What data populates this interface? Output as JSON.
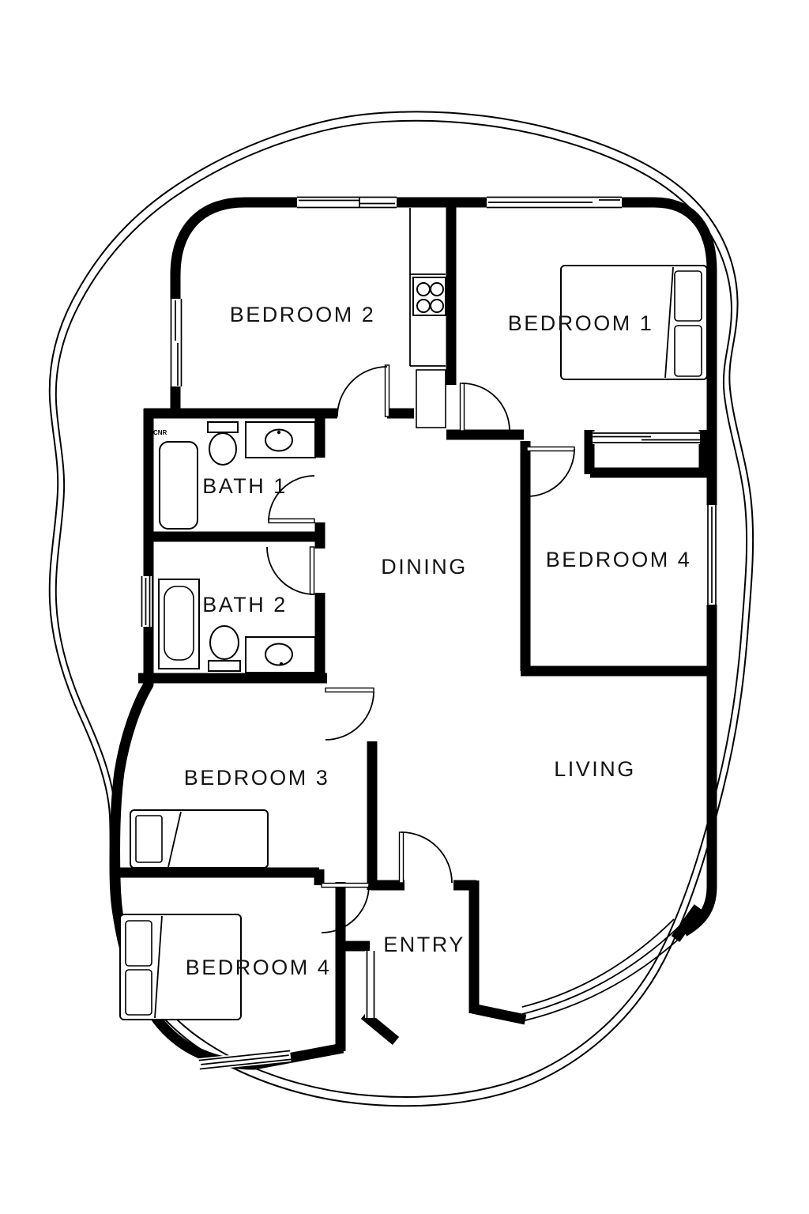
{
  "plan": {
    "colors": {
      "ink": "#000000",
      "label": "#141414",
      "background": "#ffffff"
    },
    "rooms": [
      {
        "id": "bedroom-2",
        "label": "BEDROOM 2"
      },
      {
        "id": "bedroom-1",
        "label": "BEDROOM 1"
      },
      {
        "id": "bath-1",
        "label": "BATH 1"
      },
      {
        "id": "bath-2",
        "label": "BATH 2"
      },
      {
        "id": "dining",
        "label": "DINING"
      },
      {
        "id": "bedroom-4-upper",
        "label": "BEDROOM 4"
      },
      {
        "id": "bedroom-3",
        "label": "BEDROOM 3"
      },
      {
        "id": "living",
        "label": "LIVING"
      },
      {
        "id": "bedroom-4-lower",
        "label": "BEDROOM 4"
      },
      {
        "id": "entry",
        "label": "ENTRY"
      }
    ],
    "small_annotation": "CNR",
    "fixtures": [
      {
        "id": "double-bed-bedroom-1"
      },
      {
        "id": "double-bed-bedroom-4-lower"
      },
      {
        "id": "single-bed-bedroom-3"
      },
      {
        "id": "cooktop-4-burner"
      },
      {
        "id": "shower-bath-1"
      },
      {
        "id": "toilet-bath-1"
      },
      {
        "id": "sink-vanity-bath-1"
      },
      {
        "id": "bathtub-bath-2"
      },
      {
        "id": "toilet-bath-2"
      },
      {
        "id": "sink-vanity-bath-2"
      },
      {
        "id": "wardrobe-closet-bedroom-1"
      }
    ]
  }
}
